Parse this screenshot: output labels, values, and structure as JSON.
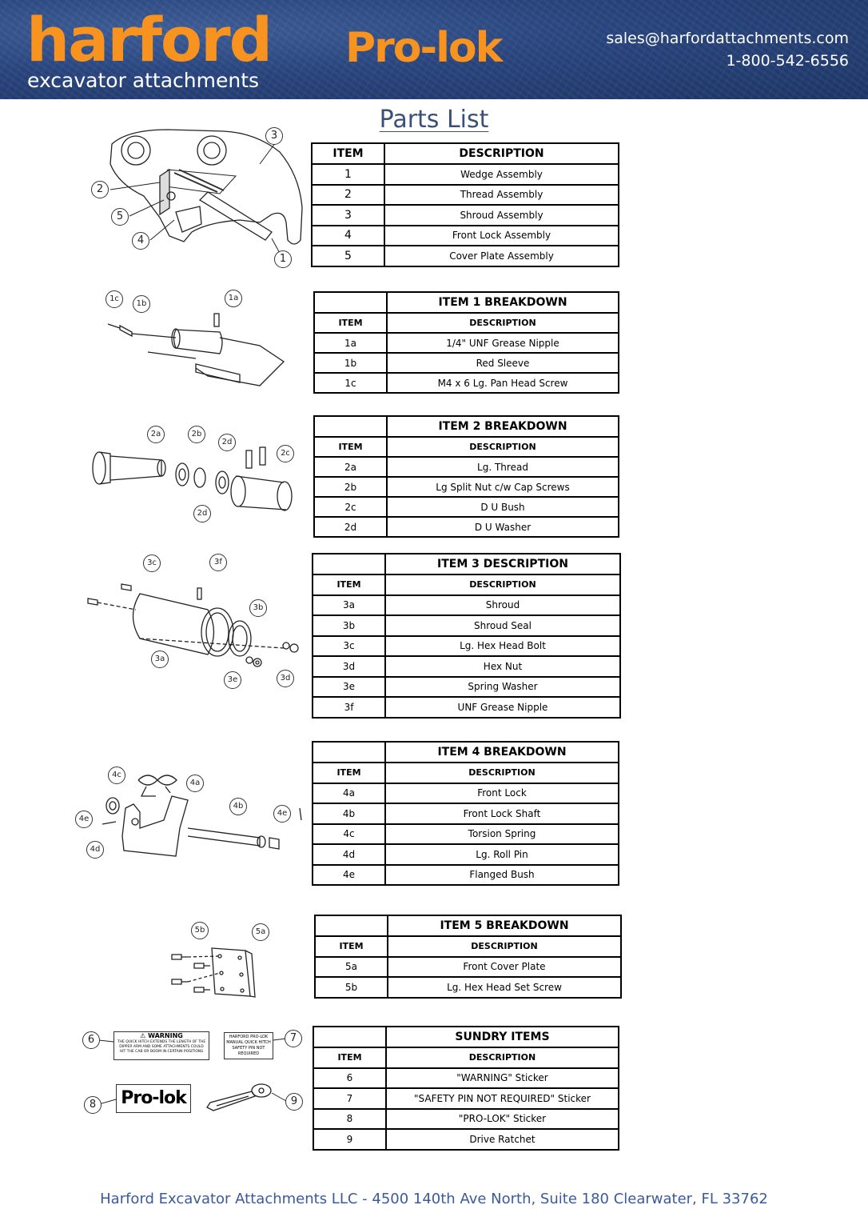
{
  "header": {
    "brand": "harford",
    "tagline": "excavator attachments",
    "product_logo": "Pro-lok",
    "email": "sales@harfordattachments.com",
    "phone": "1-800-542-6556"
  },
  "page_title": "Parts List",
  "main_table": {
    "col_item": "ITEM",
    "col_desc": "DESCRIPTION",
    "rows": [
      {
        "item": "1",
        "desc": "Wedge Assembly"
      },
      {
        "item": "2",
        "desc": "Thread Assembly"
      },
      {
        "item": "3",
        "desc": "Shroud Assembly"
      },
      {
        "item": "4",
        "desc": "Front Lock Assembly"
      },
      {
        "item": "5",
        "desc": "Cover Plate Assembly"
      }
    ]
  },
  "item1": {
    "title": "ITEM 1 BREAKDOWN",
    "col_item": "ITEM",
    "col_desc": "DESCRIPTION",
    "rows": [
      {
        "item": "1a",
        "desc": "1/4\" UNF Grease Nipple"
      },
      {
        "item": "1b",
        "desc": "Red Sleeve"
      },
      {
        "item": "1c",
        "desc": "M4 x 6 Lg. Pan Head Screw"
      }
    ]
  },
  "item2": {
    "title": "ITEM 2 BREAKDOWN",
    "col_item": "ITEM",
    "col_desc": "DESCRIPTION",
    "rows": [
      {
        "item": "2a",
        "desc": "Lg. Thread"
      },
      {
        "item": "2b",
        "desc": "Lg Split Nut c/w Cap Screws"
      },
      {
        "item": "2c",
        "desc": "D U Bush"
      },
      {
        "item": "2d",
        "desc": "D U Washer"
      }
    ]
  },
  "item3": {
    "title": "ITEM 3 DESCRIPTION",
    "col_item": "ITEM",
    "col_desc": "DESCRIPTION",
    "rows": [
      {
        "item": "3a",
        "desc": "Shroud"
      },
      {
        "item": "3b",
        "desc": "Shroud Seal"
      },
      {
        "item": "3c",
        "desc": "Lg. Hex Head Bolt"
      },
      {
        "item": "3d",
        "desc": "Hex Nut"
      },
      {
        "item": "3e",
        "desc": "Spring Washer"
      },
      {
        "item": "3f",
        "desc": "UNF Grease Nipple"
      }
    ]
  },
  "item4": {
    "title": "ITEM 4 BREAKDOWN",
    "col_item": "ITEM",
    "col_desc": "DESCRIPTION",
    "rows": [
      {
        "item": "4a",
        "desc": "Front Lock"
      },
      {
        "item": "4b",
        "desc": "Front Lock Shaft"
      },
      {
        "item": "4c",
        "desc": "Torsion Spring"
      },
      {
        "item": "4d",
        "desc": "Lg. Roll Pin"
      },
      {
        "item": "4e",
        "desc": "Flanged Bush"
      }
    ]
  },
  "item5": {
    "title": "ITEM 5 BREAKDOWN",
    "col_item": "ITEM",
    "col_desc": "DESCRIPTION",
    "rows": [
      {
        "item": "5a",
        "desc": "Front Cover Plate"
      },
      {
        "item": "5b",
        "desc": "Lg. Hex Head Set Screw"
      }
    ]
  },
  "sundry": {
    "title": "SUNDRY ITEMS",
    "col_item": "ITEM",
    "col_desc": "DESCRIPTION",
    "rows": [
      {
        "item": "6",
        "desc": "\"WARNING\" Sticker"
      },
      {
        "item": "7",
        "desc": "\"SAFETY PIN NOT REQUIRED\" Sticker"
      },
      {
        "item": "8",
        "desc": "\"PRO-LOK\" Sticker"
      },
      {
        "item": "9",
        "desc": "Drive Ratchet"
      }
    ]
  },
  "diagram_labels": {
    "d1": [
      "1",
      "2",
      "3",
      "4",
      "5"
    ],
    "d2": [
      "1a",
      "1b",
      "1c"
    ],
    "d3": [
      "2a",
      "2b",
      "2c",
      "2d",
      "2d"
    ],
    "d4": [
      "3a",
      "3b",
      "3c",
      "3d",
      "3e",
      "3f"
    ],
    "d5": [
      "4a",
      "4b",
      "4c",
      "4d",
      "4e",
      "4e"
    ],
    "d6": [
      "5a",
      "5b"
    ],
    "d7": [
      "6",
      "7",
      "8",
      "9"
    ]
  },
  "stickers": {
    "warning_title": "WARNING",
    "warning_text": [
      "THE QUICK HITCH EXTENDS THE LENGTH OF THE",
      "DIPPER ARM AND SOME ATTACHMENTS COULD",
      "HIT THE CAB OR BOOM IN CERTAIN POSITIONS"
    ],
    "safety_text": [
      "HARFORD PRO-LOK",
      "MANUAL QUICK HITCH",
      "SAFETY PIN NOT",
      "REQUIRED"
    ],
    "prolok": "Pro-lok"
  },
  "footer": "Harford Excavator Attachments LLC - 4500 140th Ave North, Suite 180 Clearwater, FL 33762",
  "colors": {
    "header_bg": "#2a4680",
    "brand_orange": "#f7931e",
    "title_blue": "#3a4f7a",
    "footer_blue": "#3a5a99"
  }
}
